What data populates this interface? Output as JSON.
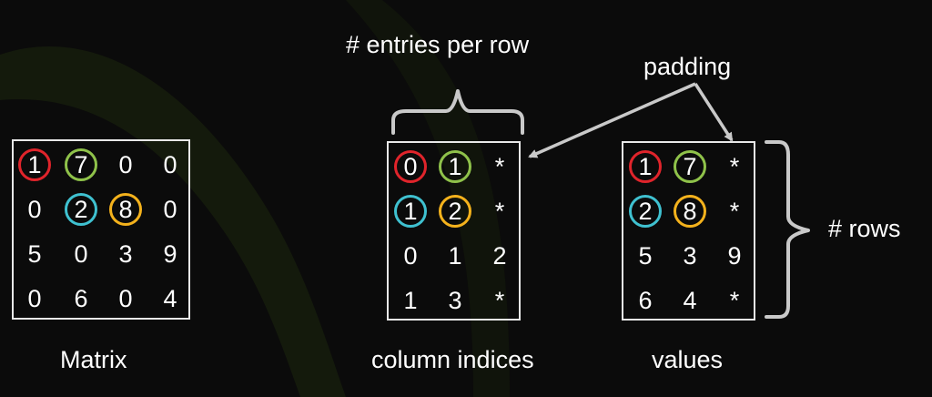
{
  "colors": {
    "red": "#e0242b",
    "green": "#8fc24a",
    "cyan": "#3fc1d0",
    "yellow": "#f4b21c",
    "gray": "#c9c9c9"
  },
  "matrix": {
    "label": "Matrix",
    "rows": [
      [
        "1",
        "7",
        "0",
        "0"
      ],
      [
        "0",
        "2",
        "8",
        "0"
      ],
      [
        "5",
        "0",
        "3",
        "9"
      ],
      [
        "0",
        "6",
        "0",
        "4"
      ]
    ],
    "circles": [
      {
        "r": 0,
        "c": 0,
        "color": "red"
      },
      {
        "r": 0,
        "c": 1,
        "color": "green"
      },
      {
        "r": 1,
        "c": 1,
        "color": "cyan"
      },
      {
        "r": 1,
        "c": 2,
        "color": "yellow"
      }
    ]
  },
  "column_indices": {
    "label": "column indices",
    "rows": [
      [
        "0",
        "1",
        "*"
      ],
      [
        "1",
        "2",
        "*"
      ],
      [
        "0",
        "1",
        "2"
      ],
      [
        "1",
        "3",
        "*"
      ]
    ],
    "circles": [
      {
        "r": 0,
        "c": 0,
        "color": "red"
      },
      {
        "r": 0,
        "c": 1,
        "color": "green"
      },
      {
        "r": 1,
        "c": 0,
        "color": "cyan"
      },
      {
        "r": 1,
        "c": 1,
        "color": "yellow"
      }
    ]
  },
  "values": {
    "label": "values",
    "rows": [
      [
        "1",
        "7",
        "*"
      ],
      [
        "2",
        "8",
        "*"
      ],
      [
        "5",
        "3",
        "9"
      ],
      [
        "6",
        "4",
        "*"
      ]
    ],
    "circles": [
      {
        "r": 0,
        "c": 0,
        "color": "red"
      },
      {
        "r": 0,
        "c": 1,
        "color": "green"
      },
      {
        "r": 1,
        "c": 0,
        "color": "cyan"
      },
      {
        "r": 1,
        "c": 1,
        "color": "yellow"
      }
    ]
  },
  "annotations": {
    "entries_per_row": "# entries per row",
    "padding": "padding",
    "rows": "# rows"
  }
}
